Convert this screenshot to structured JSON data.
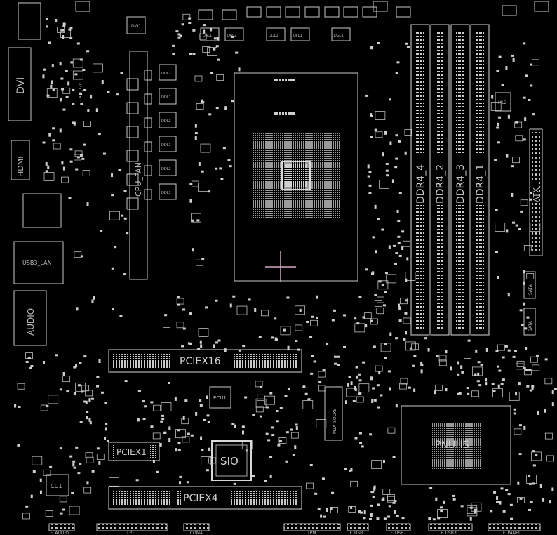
{
  "labels": {
    "dvi": "DVI",
    "hdmi": "HDMI",
    "usb_lan": "USB3_LAN",
    "audio": "AUDIO",
    "cpu_fan": "CPU_FAN",
    "atx12v": "ATX_12V",
    "ddr4_4": "DDR4_4",
    "ddr4_2": "DDR4_2",
    "ddr4_3": "DDR4_3",
    "ddr4_1": "DDR4_1",
    "atx": "ATX",
    "pciex16": "PCIEX16",
    "pciex1": "PCIEX1",
    "pciex4": "PCIEX4",
    "sio": "SIO",
    "ecu1": "ECU1",
    "m2a_socket": "M2A_SOCKET",
    "pnuhs": "PNUHS",
    "cu1": "CU1",
    "f_audio": "F_AUDIO",
    "lpt": "LPT",
    "coma": "COMA",
    "tpm": "TPM",
    "f_usb1": "F_USB",
    "f_usb2": "F_USB",
    "f_usb3": "F_USB3",
    "f_panel": "F_PANEL",
    "sata1": "SATA",
    "sata2": "SATA",
    "dw1": "DW1",
    "ml2": "ML2",
    "ddl": [
      "DDL2",
      "DDL1",
      "DDL2",
      "DDL1",
      "DDL2",
      "DDL1"
    ],
    "dal": [
      "DAL1",
      "DAL2"
    ],
    "dfl": [
      "DDL1",
      "DFL1",
      "DGL1"
    ]
  },
  "colors": {
    "background": "#000000",
    "outline": "#c8c8c8",
    "pad": "#d8d8d8",
    "cpu_marker": "#d6a8c8"
  }
}
